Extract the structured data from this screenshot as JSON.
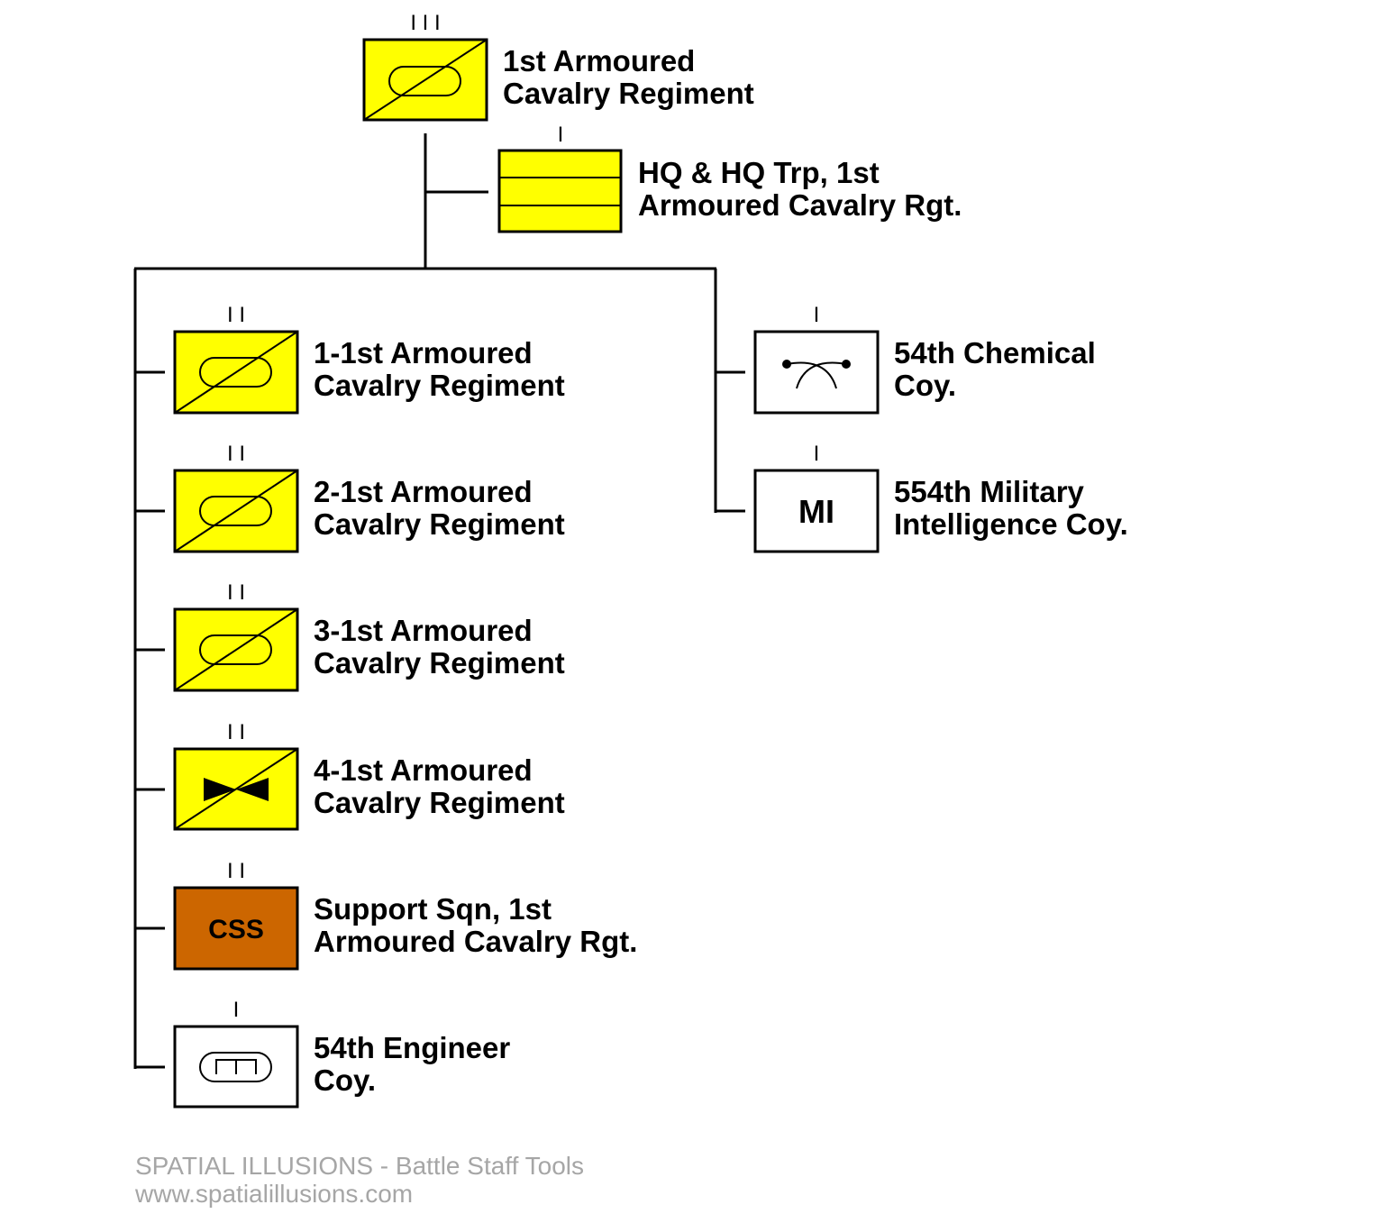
{
  "colors": {
    "friendly_fill": "#ffff00",
    "css_fill": "#cc6600",
    "neutral_fill": "#ffffff",
    "line": "#000000",
    "footer_text": "#a6a6a6"
  },
  "units": {
    "regiment": {
      "echelon": "III",
      "label_line1": "1st Armoured",
      "label_line2": "Cavalry Regiment",
      "symbol": "armoured-cavalry-icon"
    },
    "hq": {
      "echelon": "I",
      "label_line1": "HQ & HQ Trp, 1st",
      "label_line2": "Armoured Cavalry Rgt.",
      "symbol": "headquarters-icon"
    },
    "sqn1": {
      "echelon": "II",
      "label_line1": "1-1st Armoured",
      "label_line2": "Cavalry Regiment",
      "symbol": "armoured-cavalry-icon"
    },
    "sqn2": {
      "echelon": "II",
      "label_line1": "2-1st Armoured",
      "label_line2": "Cavalry Regiment",
      "symbol": "armoured-cavalry-icon"
    },
    "sqn3": {
      "echelon": "II",
      "label_line1": "3-1st Armoured",
      "label_line2": "Cavalry Regiment",
      "symbol": "armoured-cavalry-icon"
    },
    "sqn4": {
      "echelon": "II",
      "label_line1": "4-1st Armoured",
      "label_line2": "Cavalry Regiment",
      "symbol": "air-cavalry-icon"
    },
    "support": {
      "echelon": "II",
      "symbol_text": "CSS",
      "label_line1": "Support Sqn, 1st",
      "label_line2": "Armoured Cavalry Rgt.",
      "symbol": "combat-service-support-icon"
    },
    "engineer": {
      "echelon": "I",
      "label_line1": "54th Engineer",
      "label_line2": "Coy.",
      "symbol": "armoured-engineer-icon"
    },
    "chemical": {
      "echelon": "I",
      "label_line1": "54th Chemical",
      "label_line2": "Coy.",
      "symbol": "chemical-icon"
    },
    "mi": {
      "echelon": "I",
      "symbol_text": "MI",
      "label_line1": "554th Military",
      "label_line2": "Intelligence Coy.",
      "symbol": "military-intelligence-icon"
    }
  },
  "footer": {
    "line1": "SPATIAL ILLUSIONS - Battle Staff Tools",
    "line2": "www.spatialillusions.com"
  }
}
